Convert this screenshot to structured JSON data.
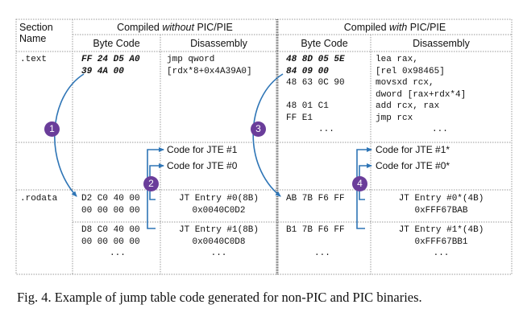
{
  "header": {
    "section_name_line1": "Section",
    "section_name_line2": "Name",
    "without_prefix": "Compiled ",
    "without_em": "without",
    "without_suffix": " PIC/PIE",
    "with_prefix": "Compiled ",
    "with_em": "with",
    "with_suffix": " PIC/PIE",
    "byte_code": "Byte Code",
    "disassembly": "Disassembly"
  },
  "text_section": {
    "name": ".text",
    "nonpic_bytes": [
      "FF 24 D5 A0",
      "39 4A 00"
    ],
    "nonpic_disasm": [
      "jmp qword",
      "[rdx*8+0x4A39A0]"
    ],
    "pic_bytes": [
      "48 8D 05 5E",
      "84 09 00",
      "48 63 0C 90",
      "48 01 C1",
      "FF E1",
      "..."
    ],
    "pic_disasm": [
      "lea rax,",
      "[rel 0x98465]",
      "movsxd rcx,",
      "dword [rax+rdx*4]",
      "add rcx, rax",
      "jmp rcx",
      "..."
    ]
  },
  "jte_targets": {
    "nonpic": [
      "Code for JTE #1",
      "Code for JTE #0"
    ],
    "pic": [
      "Code for JTE #1*",
      "Code for JTE #0*"
    ]
  },
  "rodata_section": {
    "name": ".rodata",
    "nonpic_bytes_0": [
      "D2 C0 40 00",
      "00 00 00 00"
    ],
    "nonpic_disasm_0": [
      "JT Entry #0(8B)",
      "0x0040C0D2"
    ],
    "nonpic_bytes_1": [
      "D8 C0 40 00",
      "00 00 00 00"
    ],
    "nonpic_disasm_1": [
      "JT Entry #1(8B)",
      "0x0040C0D8"
    ],
    "pic_bytes_0": "AB 7B F6 FF",
    "pic_disasm_0": [
      "JT Entry #0*(4B)",
      "0xFFF67BAB"
    ],
    "pic_bytes_1": "B1 7B F6 FF",
    "pic_disasm_1": [
      "JT Entry #1*(4B)",
      "0xFFF67BB1"
    ],
    "ellipsis": "..."
  },
  "badges": [
    "1",
    "2",
    "3",
    "4"
  ],
  "caption": "Fig. 4.  Example of jump table code generated for non-PIC and PIC binaries.",
  "colors": {
    "arrow": "#2e75b6",
    "badge": "#6a3d9a"
  }
}
